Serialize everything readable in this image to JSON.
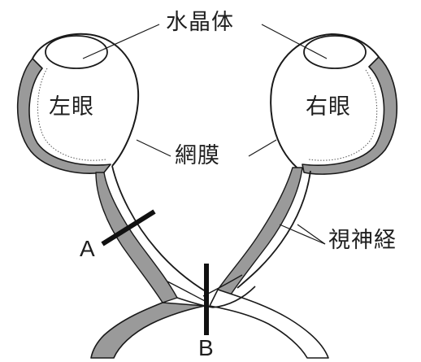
{
  "labels": {
    "lens": "水晶体",
    "left_eye": "左眼",
    "right_eye": "右眼",
    "retina": "網膜",
    "optic_nerve": "視神経",
    "cut_a": "A",
    "cut_b": "B"
  },
  "colors": {
    "outline": "#1a1a1a",
    "retina_fill": "#9a9a9a",
    "background": "#ffffff"
  }
}
